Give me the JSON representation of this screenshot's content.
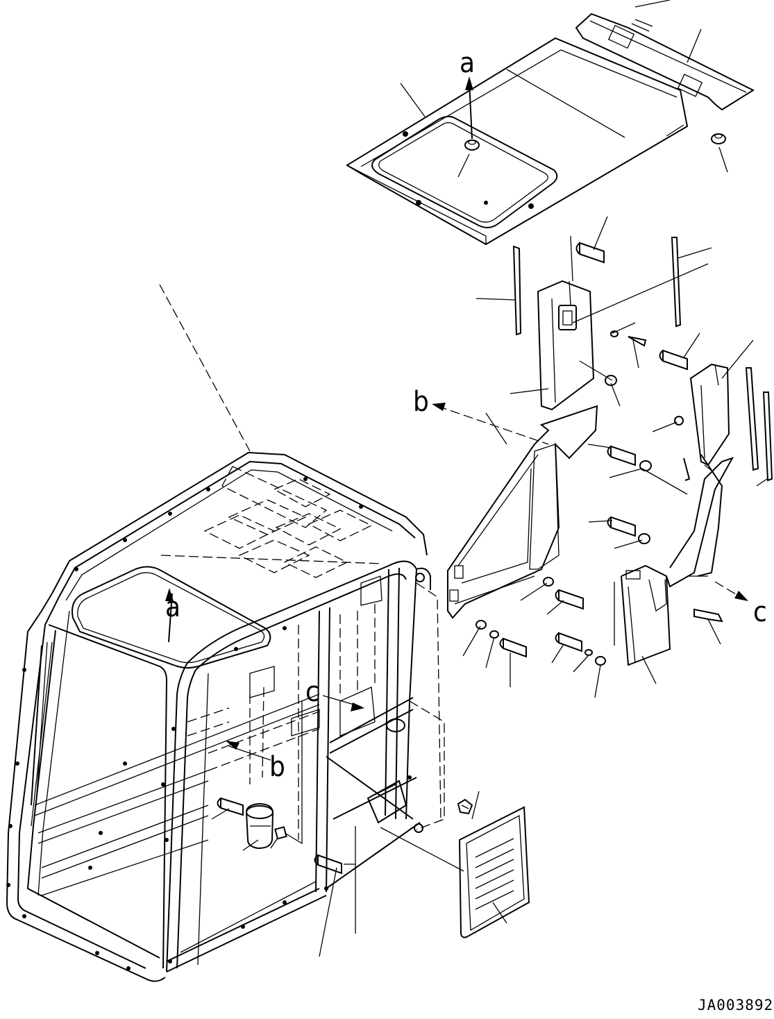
{
  "drawing": {
    "reference": "JA003892",
    "view_labels": [
      "a",
      "a",
      "b",
      "b",
      "c",
      "c"
    ]
  }
}
